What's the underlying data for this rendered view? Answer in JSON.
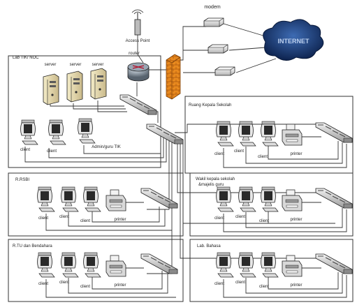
{
  "labels": {
    "modem": "modem",
    "access_point": "Access Point",
    "router": "router",
    "internet": "INTERNET",
    "server": "server",
    "client": "client",
    "printer": "printer",
    "admin_client": "Admin/guru TIK"
  },
  "rooms": {
    "lab_tik": "Lab TIK/ NOC",
    "kepala_sekolah": "Ruang Kepala Sekolah",
    "rsbi": "R.RSBI",
    "wakil_kepala_line1": "Wakil kepala sekolah",
    "wakil_kepala_line2": "&majelis guru",
    "tu_bendahara": "R.TU dan Bendahara",
    "lab_bahasa": "Lab. Bahasa"
  },
  "colors": {
    "firewall": "#e8891e",
    "cloud": "#1b3d7a",
    "router": "#6f7d8c",
    "line": "#333333"
  }
}
